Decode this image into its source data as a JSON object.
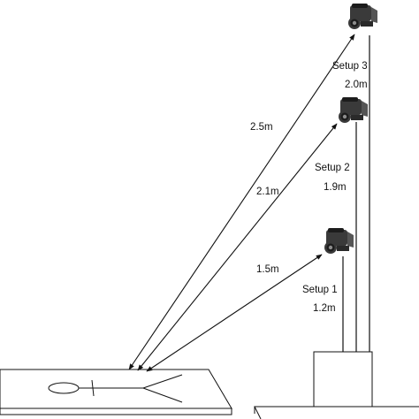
{
  "labels": {
    "setup1": "Setup 1",
    "setup1_height": "1.2m",
    "setup2": "Setup 2",
    "setup2_height": "1.9m",
    "setup3": "Setup 3",
    "setup3_height": "2.0m",
    "distance1": "1.5m",
    "distance2": "2.1m",
    "distance3": "2.5m"
  },
  "colors": {
    "line": "#111111",
    "camera_body": "#3a3a3a",
    "camera_dark": "#1c1c1c",
    "camera_light": "#8c8c8c",
    "background": "#ffffff"
  },
  "icons": [
    "camera-icon",
    "stick-figure-icon"
  ]
}
